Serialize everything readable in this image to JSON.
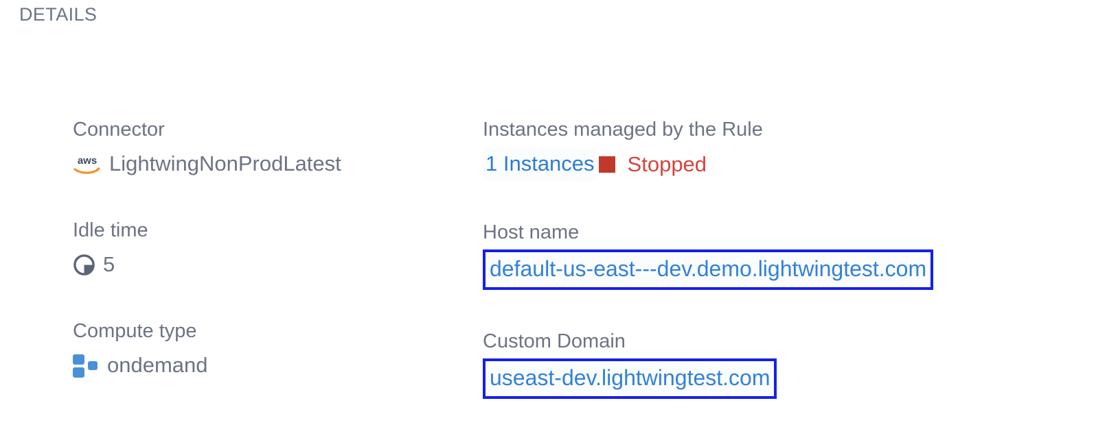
{
  "section": {
    "title": "DETAILS"
  },
  "colors": {
    "label": "#6c7384",
    "link_blue": "#3182d8",
    "annotation_border": "#1520e8",
    "status_red": "#d3453b",
    "status_swatch_red": "#c0392b",
    "compute_icon_blue": "#4a90d9",
    "aws_orange": "#f0932b",
    "heading": "#6b7387"
  },
  "fields": {
    "connector": {
      "label": "Connector",
      "value": "LightwingNonProdLatest",
      "icon": "aws-logo-icon"
    },
    "idle_time": {
      "label": "Idle time",
      "value": "5",
      "icon": "clock-icon"
    },
    "compute_type": {
      "label": "Compute type",
      "value": "ondemand",
      "icon": "compute-nodes-icon"
    },
    "instances": {
      "label": "Instances managed by the Rule",
      "count_label": "1 Instances",
      "status": "Stopped",
      "status_icon": "stopped-square-icon"
    },
    "host_name": {
      "label": "Host name",
      "value": "default-us-east---dev.demo.lightwingtest.com"
    },
    "custom_domain": {
      "label": "Custom Domain",
      "value": "useast-dev.lightwingtest.com"
    }
  }
}
